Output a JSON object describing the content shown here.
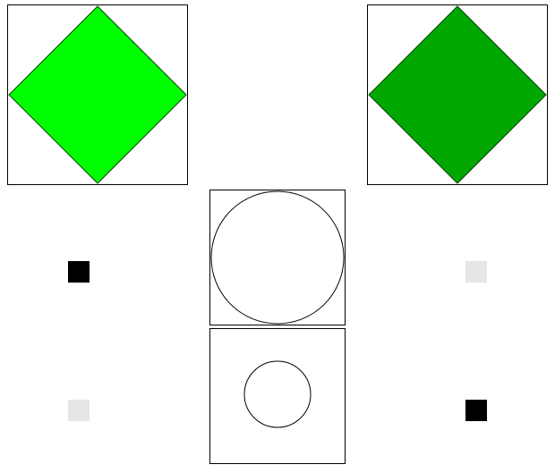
{
  "colors": {
    "stroke": "#000000",
    "background": "#ffffff",
    "diamond_left_fill": "#00ff00",
    "diamond_right_fill": "#00a800",
    "square_dark": "#000000",
    "square_light": "#e6e6e6"
  },
  "panels": {
    "diamond_left": {
      "shape": "diamond",
      "fill": "#00ff00"
    },
    "diamond_right": {
      "shape": "diamond",
      "fill": "#00a800"
    },
    "circle_large": {
      "shape": "circle",
      "fill": "none"
    },
    "circle_small": {
      "shape": "circle",
      "fill": "none"
    }
  },
  "markers": {
    "top_left": "#000000",
    "top_right": "#e6e6e6",
    "bottom_left": "#e6e6e6",
    "bottom_right": "#000000"
  }
}
